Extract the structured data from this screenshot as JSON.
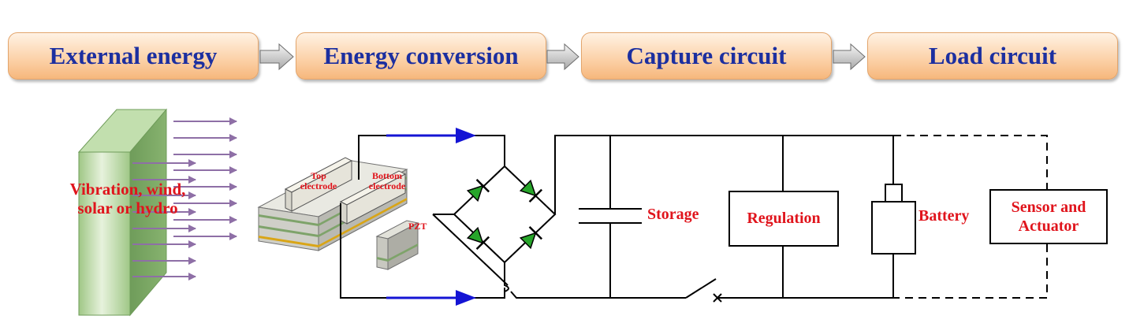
{
  "flow": {
    "steps": [
      "External energy",
      "Energy conversion",
      "Capture circuit",
      "Load circuit"
    ]
  },
  "source": {
    "label": "Vibration, wind, solar or hydro"
  },
  "harvester": {
    "top_electrode": "Top electrode",
    "bottom_electrode": "Bottom electrode",
    "pzt": "PZT"
  },
  "circuit": {
    "storage": "Storage",
    "regulation": "Regulation",
    "battery": "Battery",
    "load": "Sensor and Actuator"
  },
  "colors": {
    "flow_text": "#1c2fa0",
    "label_text": "#e0141c",
    "slab": "#a6cf8e",
    "energy_arrows": "#8e6fa6",
    "current_arrows": "#1414d4",
    "diode": "#27a52a"
  }
}
